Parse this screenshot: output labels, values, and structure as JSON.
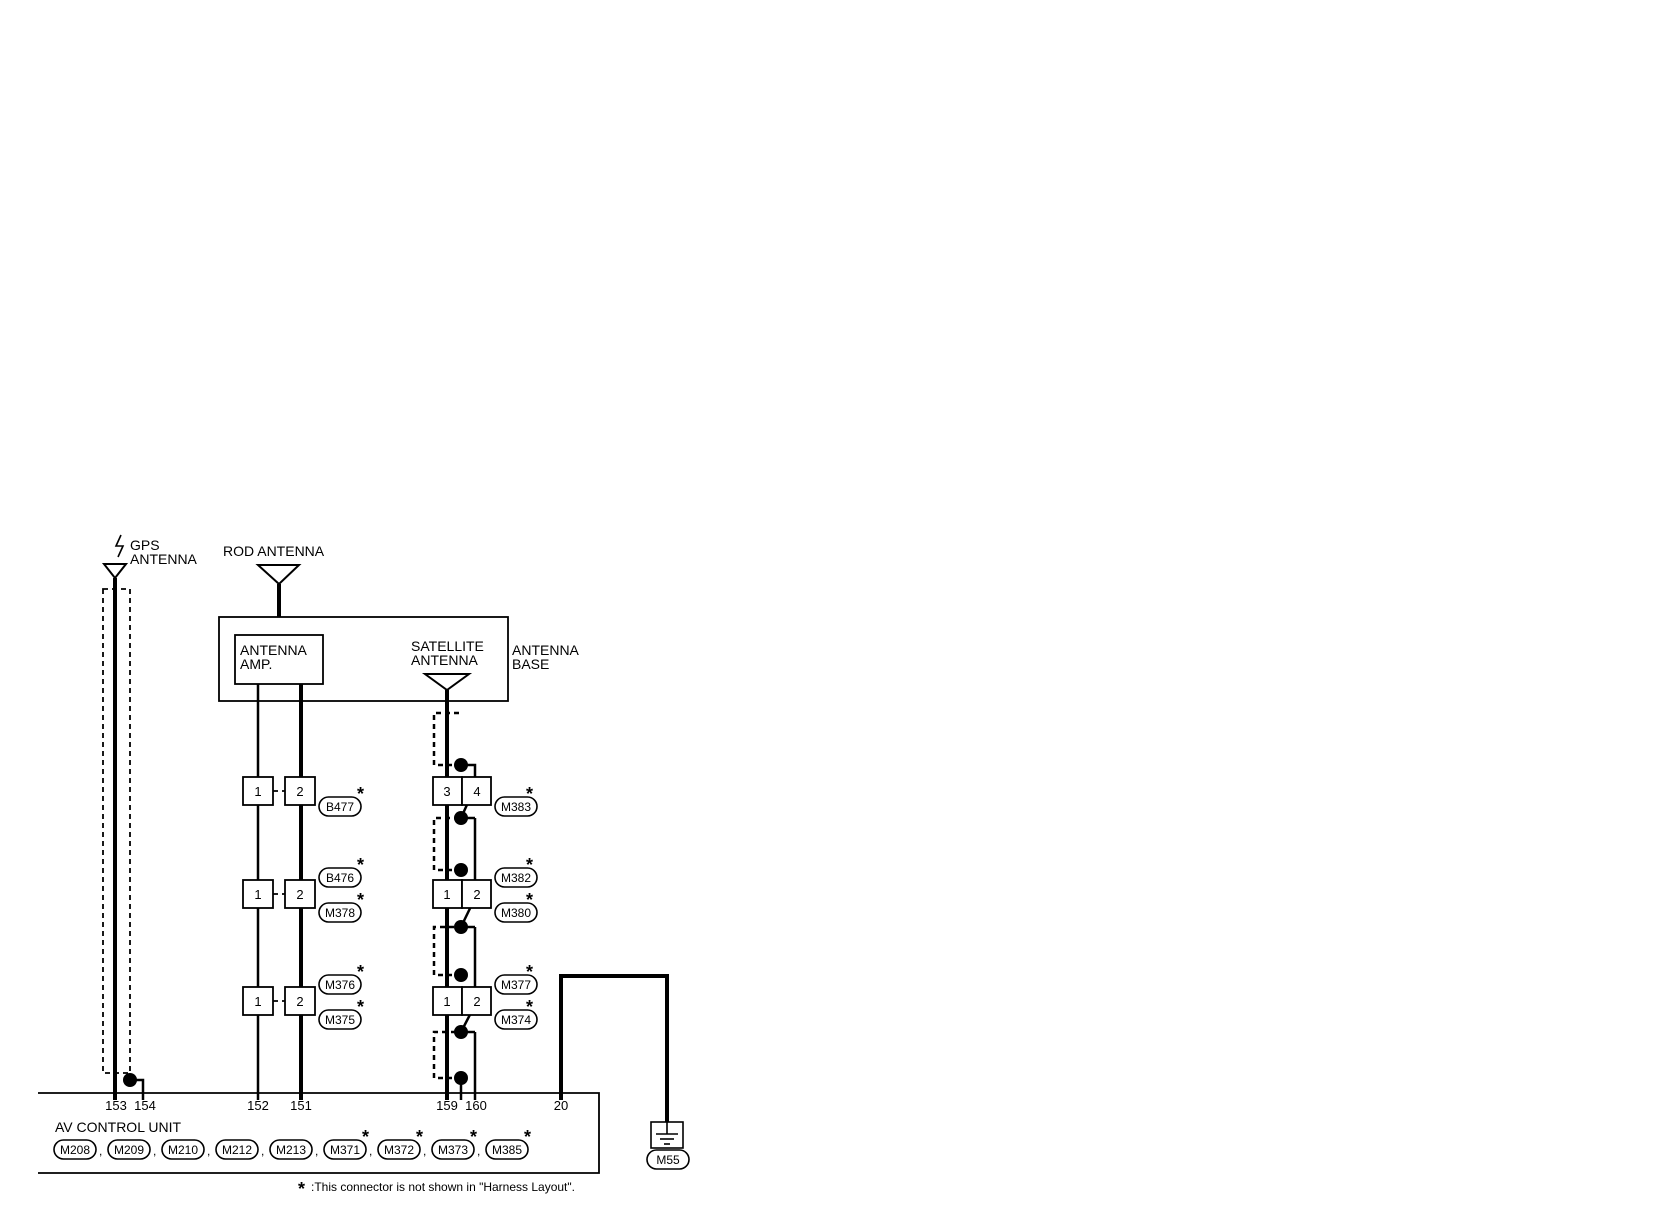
{
  "labels": {
    "gps_antenna_1": "GPS",
    "gps_antenna_2": "ANTENNA",
    "rod_antenna": "ROD ANTENNA",
    "antenna_amp_1": "ANTENNA",
    "antenna_amp_2": "AMP.",
    "satellite_antenna_1": "SATELLITE",
    "satellite_antenna_2": "ANTENNA",
    "antenna_base_1": "ANTENNA",
    "antenna_base_2": "BASE",
    "av_control_unit": "AV CONTROL UNIT",
    "footnote_star": "*",
    "footnote_text": ":This connector is not shown in \"Harness Layout\".",
    "sep": ",",
    "star": "*"
  },
  "pins": {
    "p153": "153",
    "p154": "154",
    "p152": "152",
    "p151": "151",
    "p159": "159",
    "p160": "160",
    "p20": "20",
    "b1": "1",
    "b2": "2",
    "b3": "3",
    "b4": "4"
  },
  "connectors": {
    "B477": "B477",
    "B476": "B476",
    "M378": "M378",
    "M376": "M376",
    "M375": "M375",
    "M383": "M383",
    "M382": "M382",
    "M380": "M380",
    "M377": "M377",
    "M374": "M374",
    "M55": "M55"
  },
  "av_unit_connectors": [
    "M208",
    "M209",
    "M210",
    "M212",
    "M213",
    "M371",
    "M372",
    "M373",
    "M385"
  ]
}
